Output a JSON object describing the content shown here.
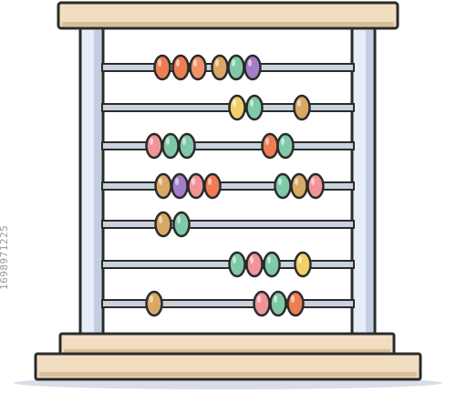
{
  "image": {
    "subject": "abacus",
    "style": "flat cartoon",
    "stock_id": "1698971225"
  },
  "colors": {
    "outline": "#2b2b2b",
    "frame_wood": "#f1ddc0",
    "frame_wood_shadow": "#d9bf98",
    "post": "#e6edf8",
    "post_shadow": "#c3cee0",
    "rod": "#c9d2de",
    "ground_shadow": "#d8dde6"
  },
  "rods": [
    {
      "beads": [
        "#ef7d54",
        "#ef7d54",
        "#f2906a",
        "#d9a865",
        "#7fc9a8",
        "#a57ec7"
      ]
    },
    {
      "beads": [
        "#f2cf6a",
        "#7fc9a8",
        "#d9a865"
      ]
    },
    {
      "beads": [
        "#f0949a",
        "#7fc9a8",
        "#7fc9a8",
        "#ef7d54",
        "#7fc9a8"
      ]
    },
    {
      "beads": [
        "#d9a865",
        "#a57ec7",
        "#f0949a",
        "#ef7d54",
        "#7fc9a8",
        "#d9a865",
        "#f0949a"
      ]
    },
    {
      "beads": [
        "#d9a865",
        "#7fc9a8"
      ]
    },
    {
      "beads": [
        "#7fc9a8",
        "#f0949a",
        "#7fc9a8",
        "#f2cf6a"
      ]
    },
    {
      "beads": [
        "#d9a865",
        "#f0949a",
        "#7fc9a8",
        "#ef7d54"
      ]
    }
  ]
}
